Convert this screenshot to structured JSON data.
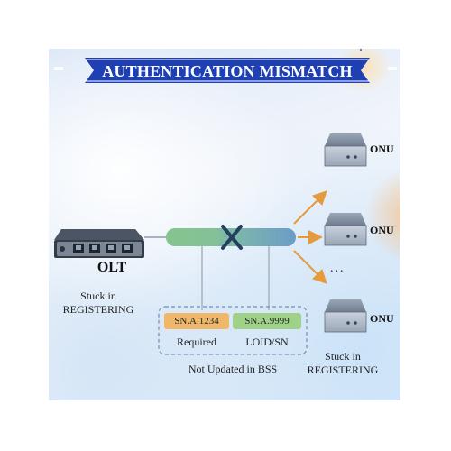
{
  "title": "AUTHENTICATION MISMATCH",
  "olt": {
    "label": "OLT",
    "status": "Stuck in REGISTERING"
  },
  "onus": [
    {
      "label": "ONU"
    },
    {
      "label": "ONU"
    },
    {
      "label": "ONU"
    }
  ],
  "ellipsis": "...",
  "onu_status": "Stuck in REGISTERING",
  "required_sn": {
    "value": "SN.A.1234",
    "caption": "Required"
  },
  "loid_sn": {
    "value": "SN.A.9999",
    "caption": "LOID/SN"
  },
  "bss_note": "Not Updated in BSS",
  "colors": {
    "title_banner": "#1f3fb5",
    "link_green": "#7fc18c",
    "link_blue": "#6f9fc9",
    "cross": "#23405f",
    "arrow": "#e59a3e",
    "tag_orange": "#f0b66a",
    "tag_green": "#9fd189"
  }
}
